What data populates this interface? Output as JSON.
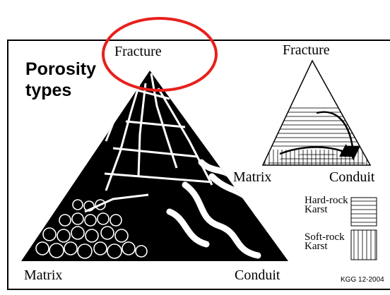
{
  "title_line1": "Porosity",
  "title_line2": "types",
  "main_triangle": {
    "apex_top": "Fracture",
    "apex_left": "Matrix",
    "apex_right": "Conduit"
  },
  "small_triangle": {
    "apex_top": "Fracture",
    "apex_left": "Matrix",
    "apex_right": "Conduit"
  },
  "legend": {
    "hard_rock_line1": "Hard-rock",
    "hard_rock_line2": "Karst",
    "soft_rock_line1": "Soft-rock",
    "soft_rock_line2": "Karst"
  },
  "credit": "KGG 12-2004",
  "colors": {
    "ink": "#000000",
    "highlight_ring": "#e8201c",
    "background": "#ffffff"
  }
}
